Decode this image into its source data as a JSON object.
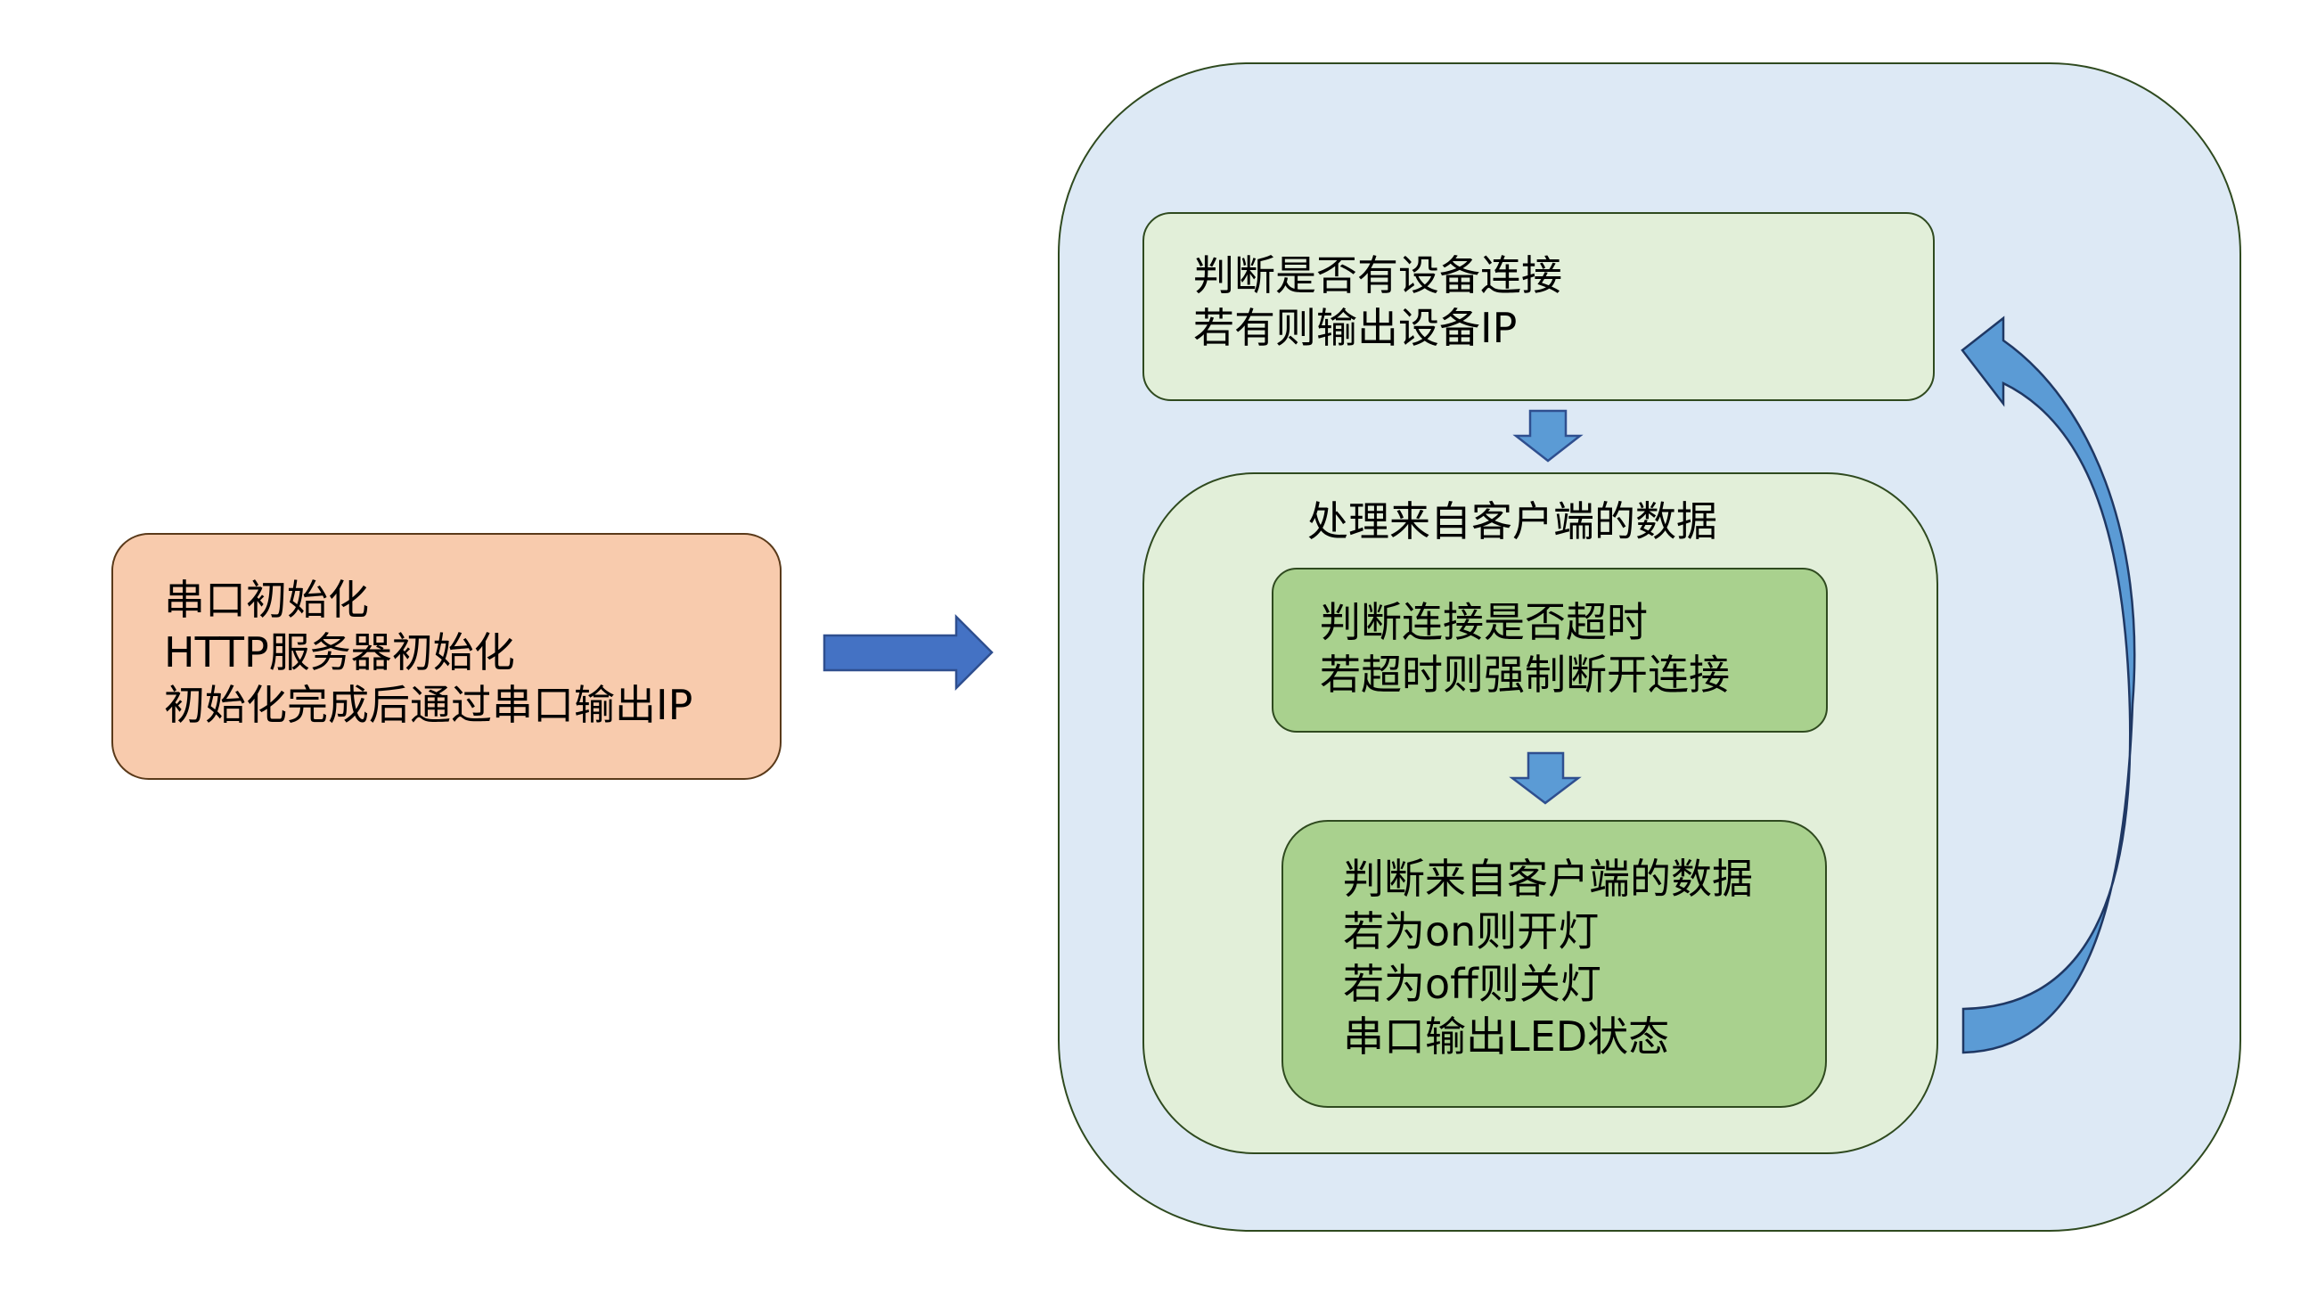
{
  "init": {
    "lines": [
      "串口初始化",
      "HTTP服务器初始化",
      "初始化完成后通过串口输出IP"
    ]
  },
  "check": {
    "lines": [
      "判断是否有设备连接",
      "若有则输出设备IP"
    ]
  },
  "process": {
    "title": "处理来自客户端的数据",
    "timeout": {
      "lines": [
        "判断连接是否超时",
        "若超时则强制断开连接"
      ]
    },
    "data": {
      "lines": [
        "判断来自客户端的数据",
        "若为on则开灯",
        "若为off则关灯",
        "串口输出LED状态"
      ]
    }
  },
  "colors": {
    "init_fill": "#f8cbad",
    "loop_fill": "#dde9f5",
    "light_green": "#e2efd9",
    "green": "#a9d18e",
    "arrow_blue": "#4472c4",
    "arrow_light_blue": "#5b9bd5",
    "border": "#2f4a1f"
  }
}
